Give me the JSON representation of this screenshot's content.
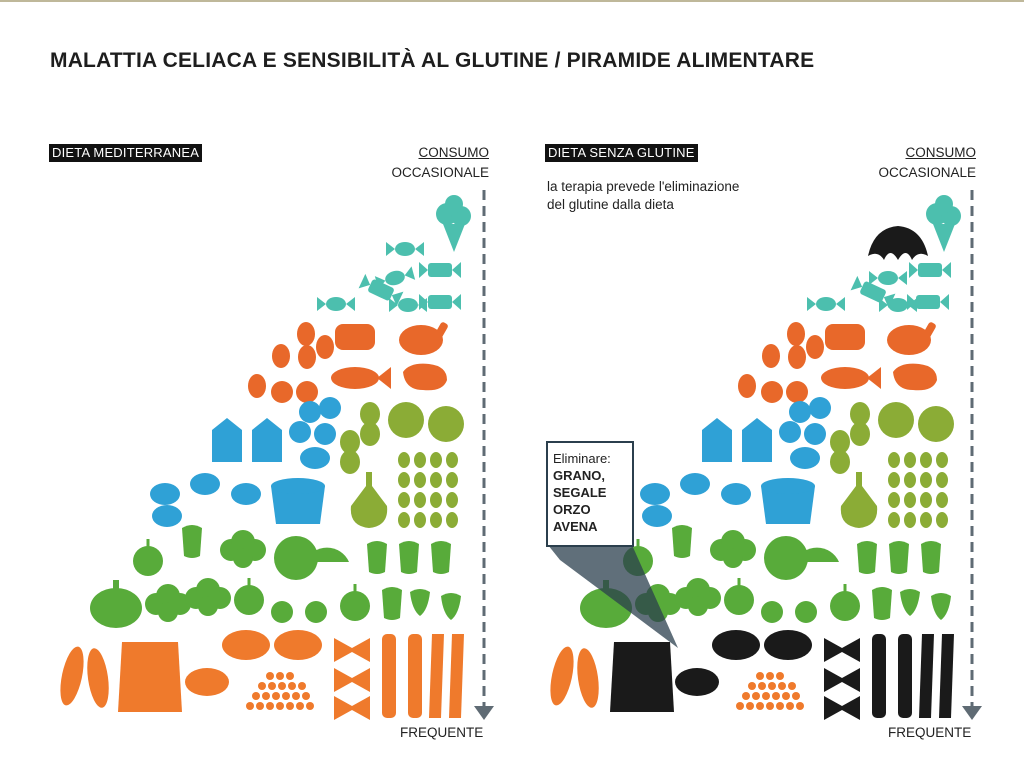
{
  "title": "MALATTIA CELIACA E SENSIBILITÀ AL GLUTINE / PIRAMIDE ALIMENTARE",
  "left": {
    "tag": "DIETA MEDITERRANEA",
    "consumo_top": "CONSUMO",
    "consumo_bottom": "OCCASIONALE",
    "frequente": "FREQUENTE"
  },
  "right": {
    "tag": "DIETA SENZA GLUTINE",
    "consumo_top": "CONSUMO",
    "consumo_bottom": "OCCASIONALE",
    "frequente": "FREQUENTE",
    "description": "la terapia prevede l'eliminazione del glutine dalla dieta",
    "callout_title": "Eliminare:",
    "callout_items": [
      "GRANO,",
      "SEGALE",
      "ORZO",
      "AVENA"
    ]
  },
  "pyramid_layers": [
    {
      "name": "sweets",
      "color": "#4cbfae"
    },
    {
      "name": "meat-fish-eggs",
      "color": "#e8682a"
    },
    {
      "name": "dairy",
      "color": "#2fa1d6"
    },
    {
      "name": "nuts-oil",
      "color": "#8bac36"
    },
    {
      "name": "vegetables-fruit",
      "color": "#58ab3a"
    },
    {
      "name": "cereals",
      "color": "#ef7a2c"
    }
  ],
  "gluten_color": "#1a1a1a",
  "arrow_color": "#5f6b74"
}
